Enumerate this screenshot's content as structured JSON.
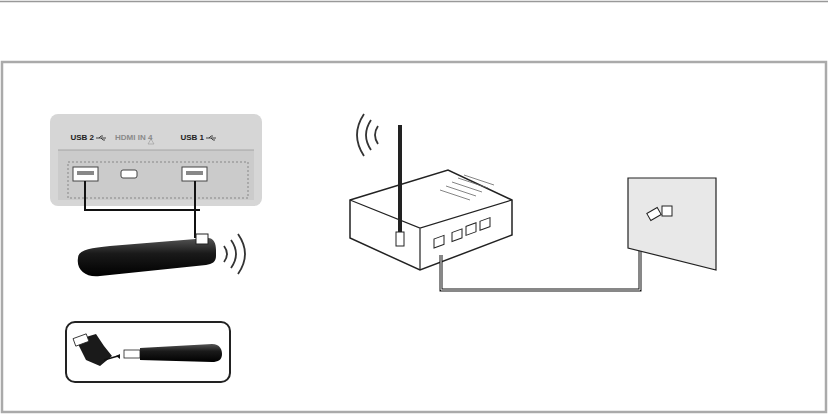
{
  "diagram": {
    "labels": [
      "USB 2",
      "HDMI IN 4",
      "USB 1"
    ]
  }
}
